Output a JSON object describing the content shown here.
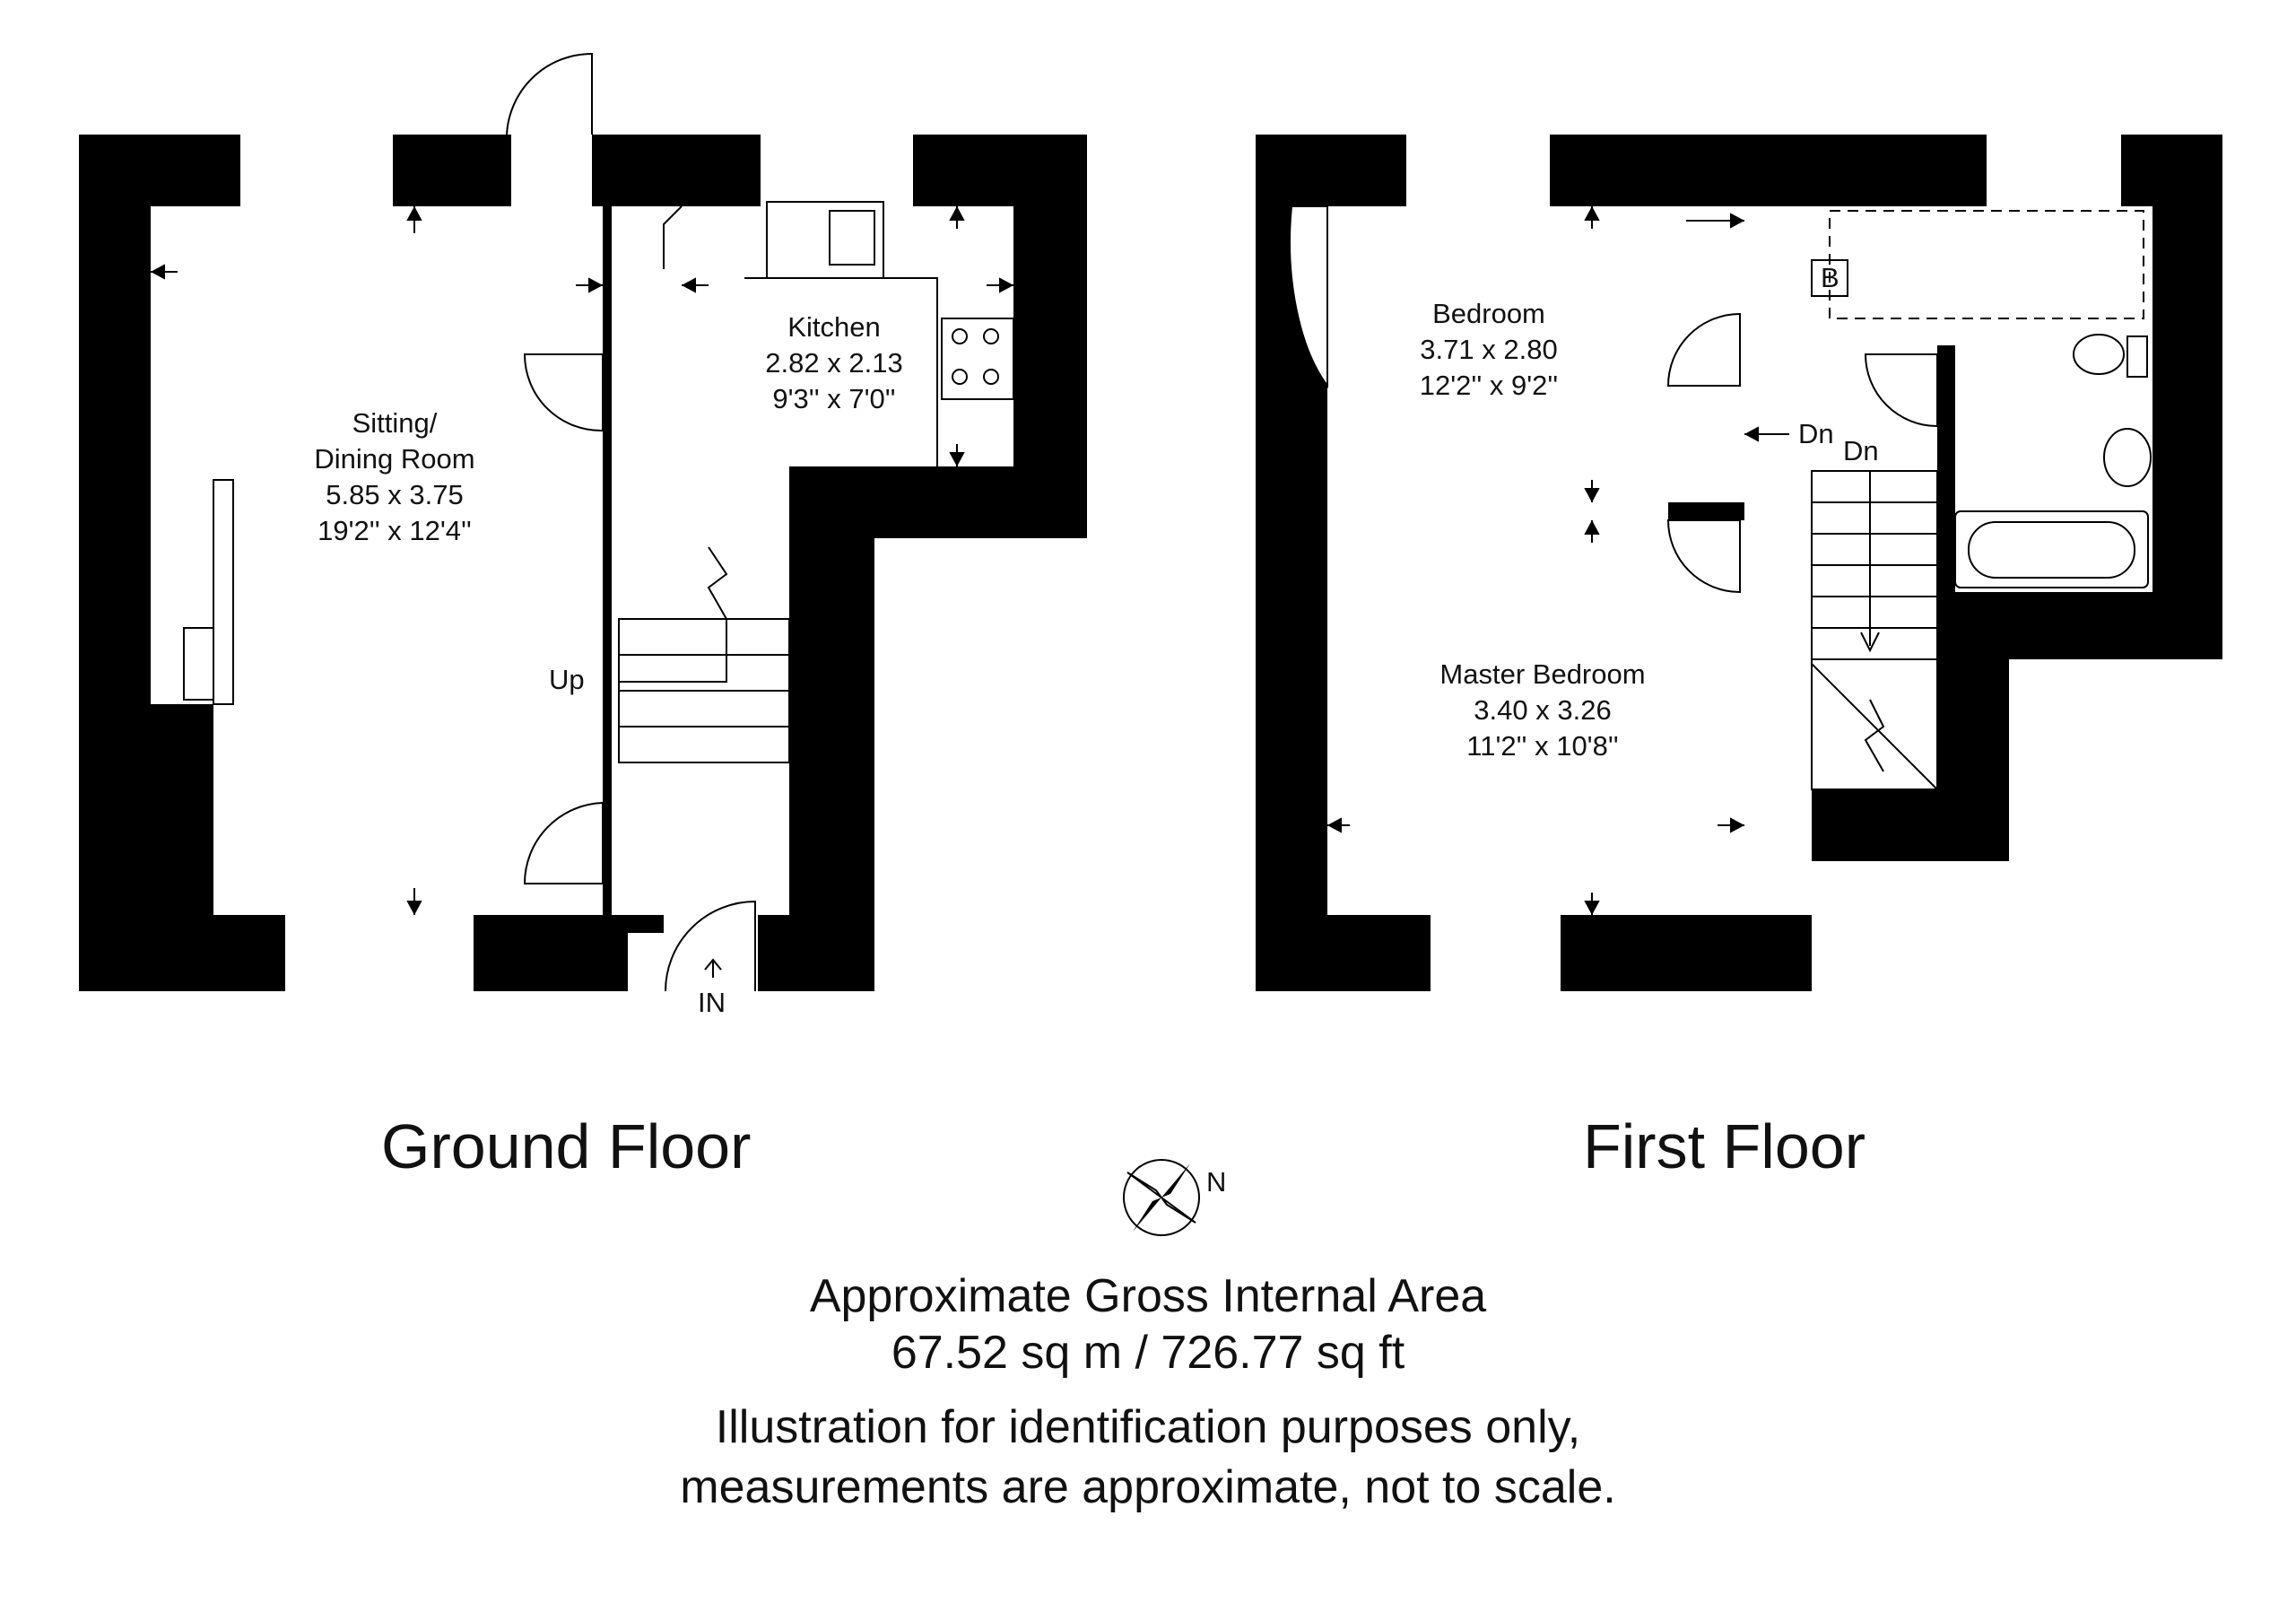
{
  "ground_floor": {
    "title": "Ground Floor",
    "rooms": [
      {
        "name_line1": "Sitting/",
        "name_line2": "Dining Room",
        "metric": "5.85 x 3.75",
        "imperial": "19'2'' x 12'4''"
      },
      {
        "name_line1": "Kitchen",
        "metric": "2.82 x 2.13",
        "imperial": "9'3'' x 7'0''"
      }
    ],
    "stairs_label": "Up",
    "entrance_label": "IN"
  },
  "first_floor": {
    "title": "First Floor",
    "rooms": [
      {
        "name_line1": "Bedroom",
        "metric": "3.71 x 2.80",
        "imperial": "12'2'' x 9'2''"
      },
      {
        "name_line1": "Master Bedroom",
        "metric": "3.40 x 3.26",
        "imperial": "11'2'' x 10'8''"
      }
    ],
    "stairs_label_1": "Dn",
    "stairs_label_2": "Dn",
    "boiler_label": "B"
  },
  "compass": {
    "label": "N",
    "icon": "compass-rose-icon"
  },
  "footer": {
    "area_title": "Approximate Gross Internal Area",
    "area_value": "67.52 sq m / 726.77 sq ft",
    "disclaimer_line1": "Illustration for identification purposes only,",
    "disclaimer_line2": "measurements are approximate, not to scale."
  },
  "colors": {
    "wall": "#000000",
    "background": "#ffffff",
    "line": "#000000"
  }
}
